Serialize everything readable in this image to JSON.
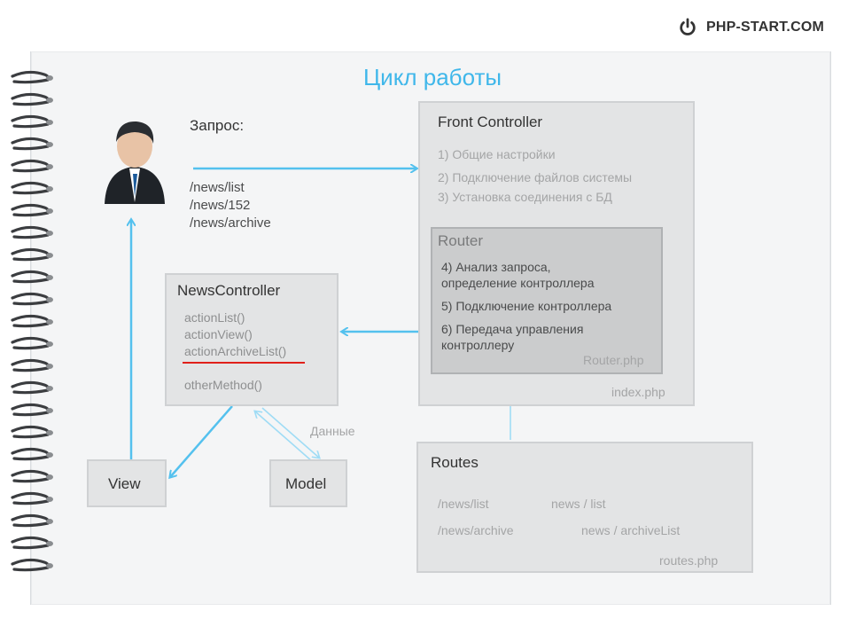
{
  "brand": {
    "logo_text": "PHP-START.COM",
    "icon": "power-icon"
  },
  "slide": {
    "title": "Цикл работы"
  },
  "request": {
    "label": "Запрос:",
    "urls": [
      "/news/list",
      "/news/152",
      "/news/archive"
    ]
  },
  "front_controller": {
    "title": "Front Controller",
    "steps": [
      "1) Общие настройки",
      "2) Подключение файлов системы",
      "3) Установка соединения с БД"
    ],
    "file": "index.php"
  },
  "router": {
    "title": "Router",
    "steps": [
      "4) Анализ запроса,",
      "определение контроллера",
      "5) Подключение контроллера",
      "6) Передача управления",
      "контроллеру"
    ],
    "file": "Router.php"
  },
  "news_controller": {
    "title": "NewsController",
    "methods": [
      "actionList()",
      "actionView()",
      "actionArchiveList()",
      "otherMethod()"
    ],
    "highlight": "actionArchiveList()"
  },
  "view": {
    "label": "View"
  },
  "model": {
    "label": "Model"
  },
  "data_label": "Данные",
  "routes": {
    "title": "Routes",
    "rules": [
      {
        "from": "/news/list",
        "to": "news / list"
      },
      {
        "from": "/news/archive",
        "to": "news / archiveList"
      }
    ],
    "file": "routes.php"
  },
  "colors": {
    "accent": "#3fb7ea",
    "underline": "#e0201a",
    "box": "#e3e4e5",
    "router_box": "#cbcccd"
  }
}
